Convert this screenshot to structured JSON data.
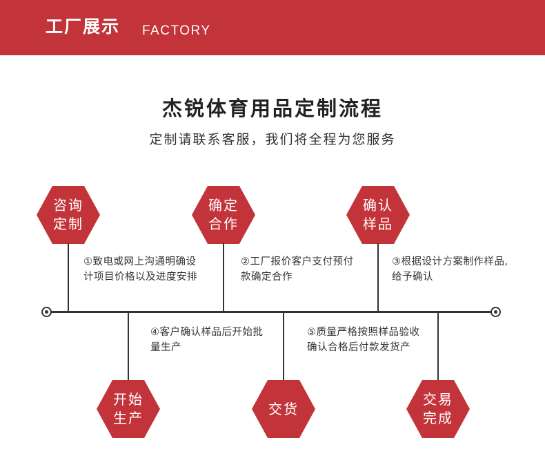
{
  "banner": {
    "title_cn": "工厂展示",
    "title_en": "FACTORY"
  },
  "heading": {
    "title": "杰锐体育用品定制流程",
    "subtitle": "定制请联系客服，我们将全程为您服务"
  },
  "top_nodes": [
    {
      "label": "咨询定制"
    },
    {
      "label": "确定合作"
    },
    {
      "label": "确认样品"
    }
  ],
  "bottom_nodes": [
    {
      "label": "开始生产"
    },
    {
      "label": "交货"
    },
    {
      "label": "交易完成"
    }
  ],
  "steps": [
    {
      "text": "①致电或网上沟通明确设计项目价格以及进度安排"
    },
    {
      "text": "②工厂报价客户支付预付款确定合作"
    },
    {
      "text": "③根据设计方案制作样品,给予确认"
    },
    {
      "text": "④客户确认样品后开始批量生产"
    },
    {
      "text": "⑤质量严格按照样品验收确认合格后付款发货产"
    }
  ],
  "colors": {
    "accent": "#c3343a",
    "line": "#333333"
  }
}
